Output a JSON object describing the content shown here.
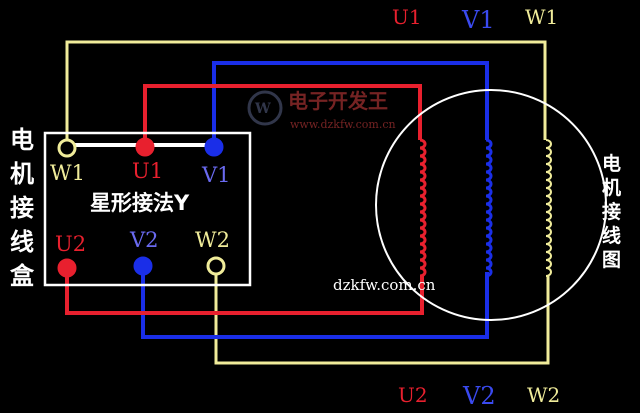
{
  "colors": {
    "u": "#e8202e",
    "v": "#1a2ee8",
    "w": "#f0ec9a",
    "white": "#ffffff"
  },
  "left_title": [
    "电",
    "机",
    "接",
    "线",
    "盒"
  ],
  "right_title": [
    "电",
    "机",
    "接",
    "线",
    "图"
  ],
  "box_caption": "星形接法Y",
  "terminals": {
    "w1": "W1",
    "u1": "U1",
    "v1": "V1",
    "u2": "U2",
    "v2": "V2",
    "w2": "W2"
  },
  "top_labels": {
    "u1": "U1",
    "v1": "V1",
    "w1": "W1"
  },
  "bottom_labels": {
    "u2": "U2",
    "v2": "V2",
    "w2": "W2"
  },
  "watermark": {
    "brand": "电子开发王",
    "url": "www.dzkfw.com.cn",
    "center": "dzkfw.com.cn"
  }
}
